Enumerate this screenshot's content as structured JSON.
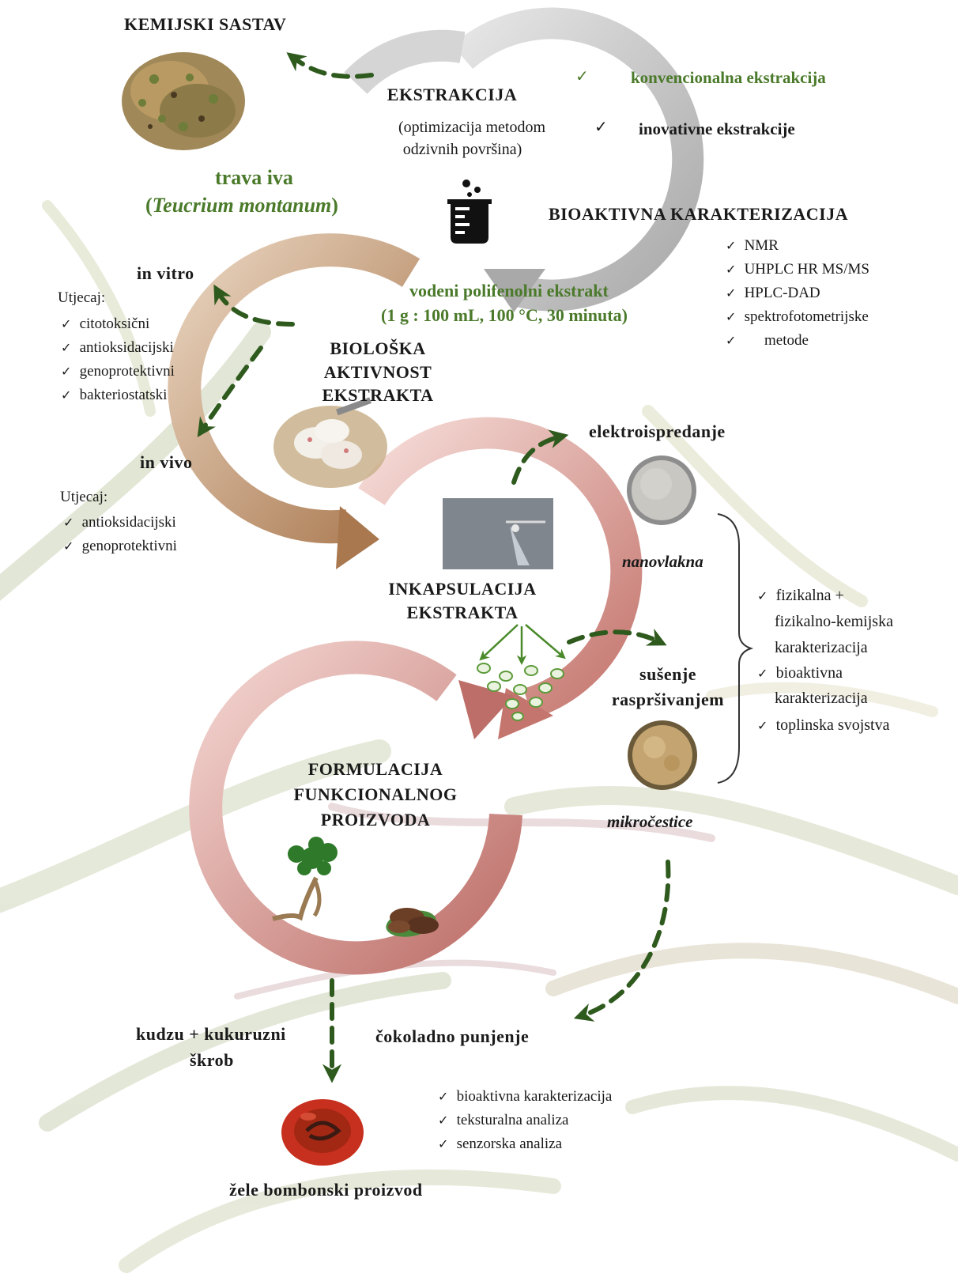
{
  "extraction": {
    "title": "EKSTRAKCIJA",
    "subtitle_1": "(optimizacija metodom",
    "subtitle_2": "odzivnih površina)",
    "method_conventional": "konvencionalna ekstrakcija",
    "method_innovative": "inovativne ekstrakcije"
  },
  "plant": {
    "chemical_composition": "KEMIJSKI SASTAV",
    "common_name": "trava iva",
    "latin_open": "(",
    "latin_name": "Teucrium montanum",
    "latin_close": ")"
  },
  "bioactive": {
    "title": "BIOAKTIVNA KARAKTERIZACIJA",
    "methods": [
      "NMR",
      "UHPLC HR MS/MS",
      "HPLC-DAD",
      "spektrofotometrijske",
      "metode"
    ]
  },
  "extract": {
    "name": "vodeni polifenolni ekstrakt",
    "conditions": "(1 g : 100 mL, 100 °C, 30 minuta)"
  },
  "biological": {
    "title_1": "BIOLOŠKA",
    "title_2": "AKTIVNOST",
    "title_3": "EKSTRAKTA",
    "in_vitro": "in vitro",
    "in_vitro_label": "Utjecaj:",
    "in_vitro_effects": [
      "citotoksični",
      "antioksidacijski",
      "genoprotektivni",
      "bakteriostatski"
    ],
    "in_vivo": "in vivo",
    "in_vivo_label": "Utjecaj:",
    "in_vivo_effects": [
      "antioksidacijski",
      "genoprotektivni"
    ]
  },
  "encapsulation": {
    "title_1": "INKAPSULACIJA",
    "title_2": "EKSTRAKTA",
    "electrospinning": "elektroispredanje",
    "nanofibers": "nanovlakna",
    "spray_1": "sušenje",
    "spray_2": "raspršivanjem",
    "microparticles": "mikročestice",
    "characterization": [
      "fizikalna +",
      "fizikalno-kemijska",
      "karakterizacija",
      "bioaktivna",
      "karakterizacija",
      "toplinska svojstva"
    ]
  },
  "formulation": {
    "title_1": "FORMULACIJA",
    "title_2": "FUNKCIONALNOG",
    "title_3": "PROIZVODA",
    "kudzu_1": "kudzu + kukuruzni",
    "kudzu_2": "škrob",
    "chocolate": "čokoladno punjenje",
    "product": "žele bombonski proizvod",
    "product_analyses": [
      "bioaktivna karakterizacija",
      "teksturalna analiza",
      "senzorska analiza"
    ]
  },
  "colors": {
    "arrow_green": "#2f5a1e",
    "text_green": "#4a7a2a",
    "ring_gray": "#bdbdbd",
    "ring_brown": "#b7855f",
    "ring_pink": "#cf8a82",
    "ring_rose": "#c9807a"
  }
}
